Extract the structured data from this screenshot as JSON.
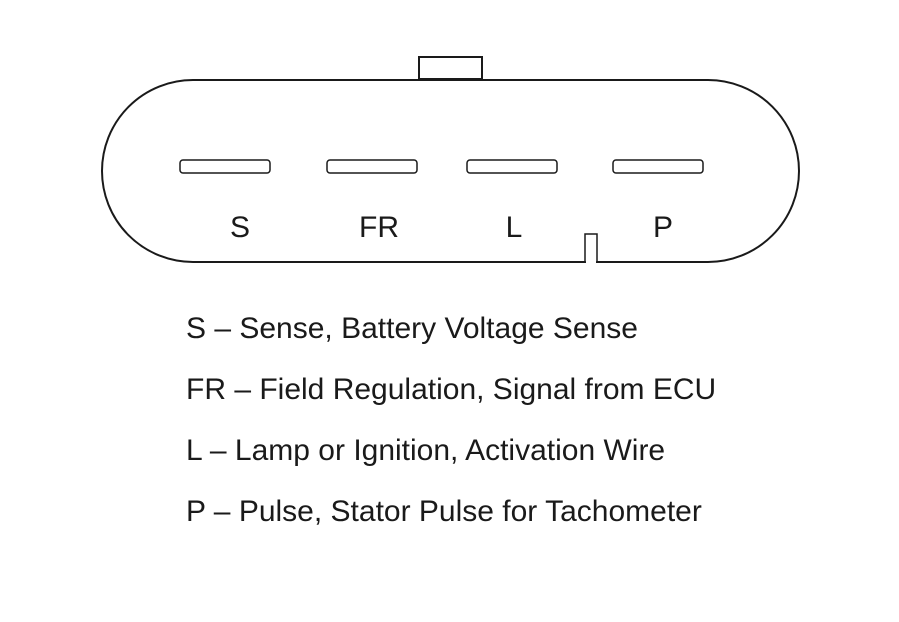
{
  "connector": {
    "pins": [
      {
        "id": "S",
        "label": "S"
      },
      {
        "id": "FR",
        "label": "FR"
      },
      {
        "id": "L",
        "label": "L"
      },
      {
        "id": "P",
        "label": "P"
      }
    ],
    "colors": {
      "line": "#1a1a1a",
      "background": "#ffffff"
    }
  },
  "legend": {
    "items": [
      {
        "text": "S – Sense, Battery Voltage Sense"
      },
      {
        "text": "FR – Field Regulation, Signal from ECU"
      },
      {
        "text": "L – Lamp or Ignition, Activation Wire"
      },
      {
        "text": "P – Pulse, Stator Pulse for Tachometer"
      }
    ]
  }
}
